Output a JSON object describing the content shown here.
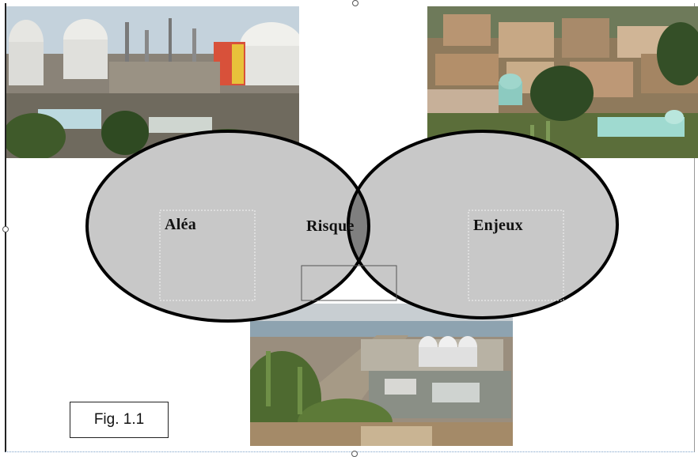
{
  "diagram": {
    "labels": {
      "alea": "Aléa",
      "risque": "Risque",
      "enjeux": "Enjeux"
    },
    "caption": "Fig. 1.1"
  },
  "photos": {
    "industrial_plant": "industrial-refinery-photo",
    "town": "hillside-town-photo",
    "coastal_plant": "coastal-industrial-photo"
  },
  "colors": {
    "ellipse_fill": "#c8c8c8",
    "intersection_fill": "#7f7f7f",
    "ellipse_stroke": "#000000"
  }
}
